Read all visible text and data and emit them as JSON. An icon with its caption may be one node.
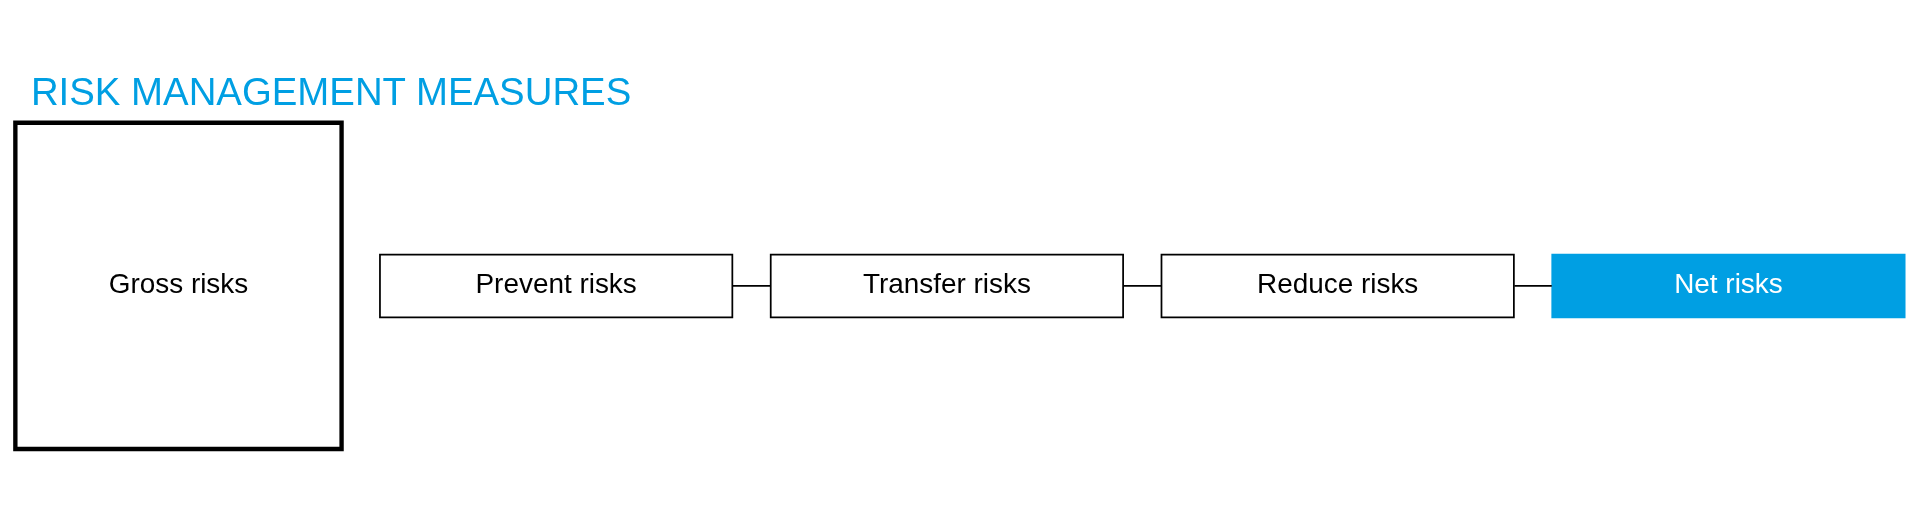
{
  "diagram": {
    "title": "RISK MANAGEMENT MEASURES",
    "nodes": [
      {
        "text": [
          "Gross risks"
        ]
      },
      {
        "text": [
          "Prevent risks"
        ]
      },
      {
        "text": [
          "Transfer risks"
        ]
      },
      {
        "text": [
          "Reduce risks"
        ]
      },
      {
        "text": [
          "Net risks"
        ]
      }
    ],
    "edges": [
      {
        "from": 1,
        "to": 2,
        "arrow": "none"
      },
      {
        "from": 2,
        "to": 3,
        "arrow": "none"
      },
      {
        "from": 3,
        "to": 4,
        "arrow": "none"
      }
    ]
  }
}
